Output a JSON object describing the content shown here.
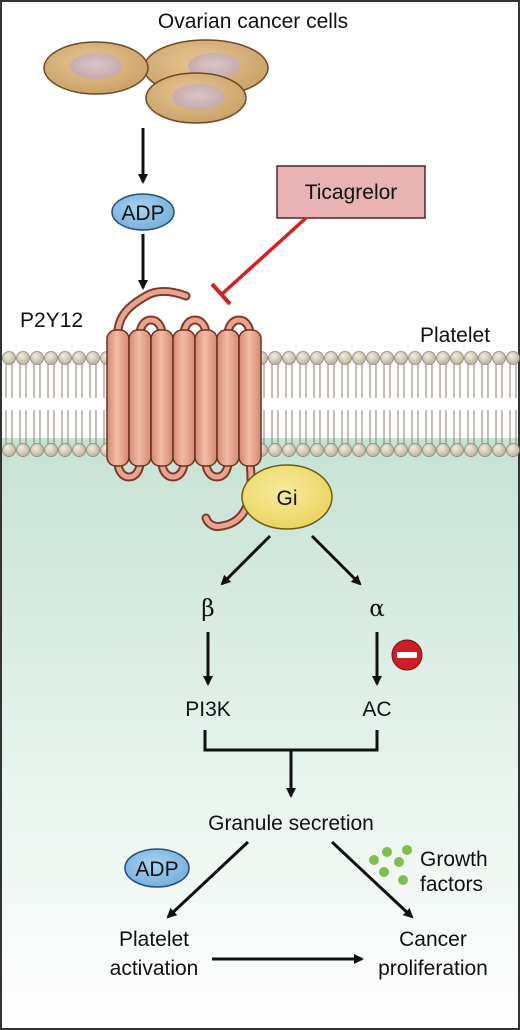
{
  "labels": {
    "cancer_cells": "Ovarian cancer cells",
    "adp_top": "ADP",
    "ticagrelor": "Ticagrelor",
    "p2y12": "P2Y12",
    "platelet": "Platelet",
    "gi": "Gi",
    "beta": "β",
    "alpha": "α",
    "pi3k": "PI3K",
    "ac": "AC",
    "granule": "Granule secretion",
    "adp_bottom": "ADP",
    "growth_1": "Growth",
    "growth_2": "factors",
    "activation_1": "Platelet",
    "activation_2": "activation",
    "proliferation_1": "Cancer",
    "proliferation_2": "proliferation"
  },
  "colors": {
    "cell_fill": "#d4b07c",
    "cell_nucleus": "#cdb1b4",
    "adp_fill": "#8fc3e8",
    "drug_box": "#e8b4b4",
    "inhibit_line": "#d42020",
    "receptor": "#e8a48c",
    "gi_fill": "#f3e27a",
    "membrane_head": "#cfc6b4",
    "cytoplasm_top": "#c9e3d6",
    "growth_dots": "#7ec04a",
    "minus_badge": "#cc1e24"
  }
}
